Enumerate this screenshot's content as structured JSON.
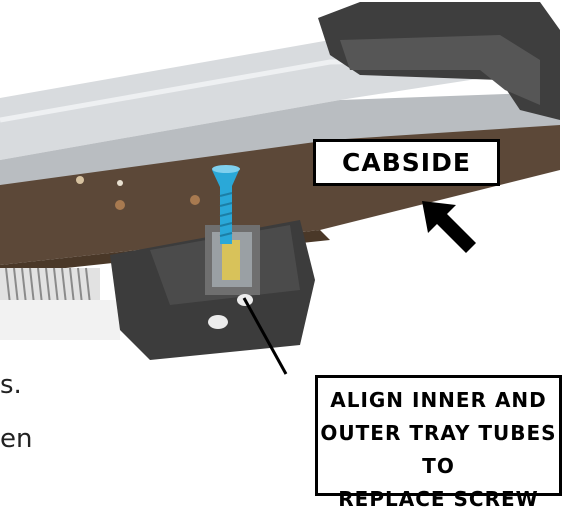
{
  "callouts": {
    "cabside": "CABSIDE",
    "align_line1": "ALIGN INNER AND",
    "align_line2": "OUTER TRAY TUBES TO",
    "align_line3": "REPLACE SCREW"
  },
  "left_text_fragments": {
    "line1": "s.",
    "line2": "en"
  },
  "colors": {
    "rail": "#c9cdd0",
    "tray": "#5a4636",
    "bracket": "#3a3a3a",
    "screw": "#2aa8d8",
    "callout_border": "#000000"
  }
}
